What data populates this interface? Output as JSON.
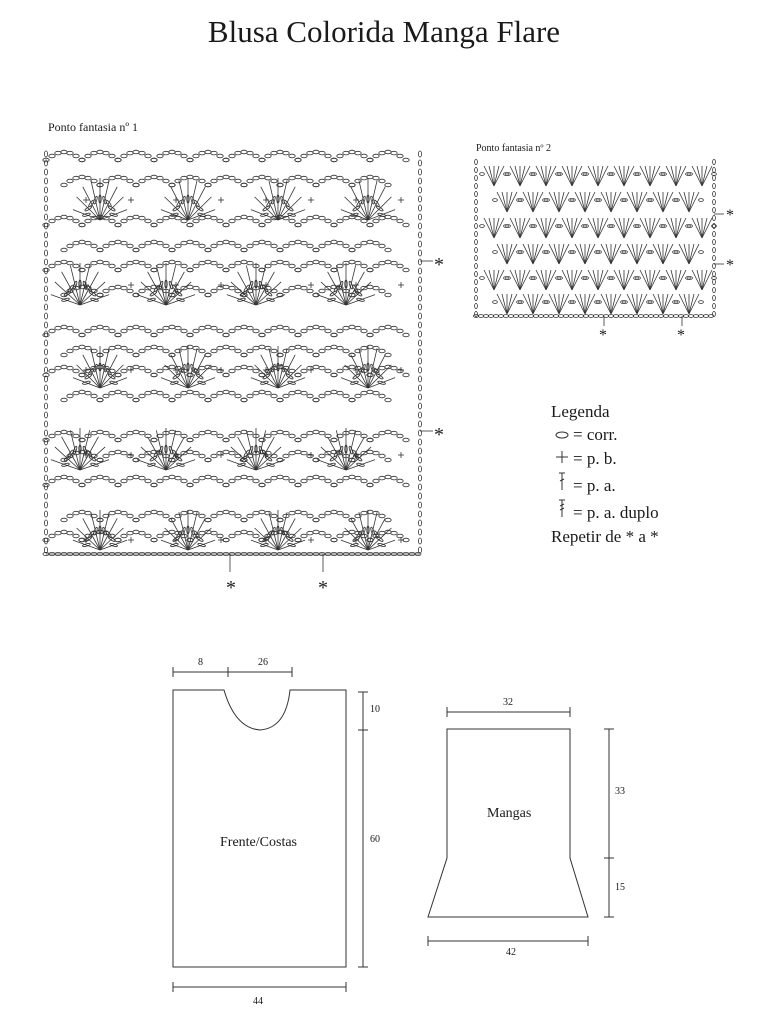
{
  "title": "Blusa Colorida Manga Flare",
  "chart1": {
    "label": "Ponto fantasia nº 1",
    "repeat_marks": [
      "*",
      "*",
      "*",
      "*"
    ]
  },
  "chart2": {
    "label": "Ponto fantasia nº 2",
    "repeat_marks": [
      "*",
      "*",
      "*",
      "*"
    ]
  },
  "legend": {
    "heading": "Legenda",
    "items": [
      {
        "icon": "chain-icon",
        "text": "= corr."
      },
      {
        "icon": "single-crochet-icon",
        "text": "= p. b."
      },
      {
        "icon": "double-crochet-icon",
        "text": "= p. a."
      },
      {
        "icon": "treble-crochet-icon",
        "text": "= p. a. duplo"
      }
    ],
    "repeat_note": "Repetir de * a *"
  },
  "body_pattern": {
    "label": "Frente/Costas",
    "dims": {
      "shoulder": "8",
      "neck": "26",
      "neck_depth": "10",
      "length": "60",
      "width": "44"
    }
  },
  "sleeve_pattern": {
    "label": "Mangas",
    "dims": {
      "top_width": "32",
      "upper_length": "33",
      "flare_length": "15",
      "bottom_width": "42"
    }
  }
}
